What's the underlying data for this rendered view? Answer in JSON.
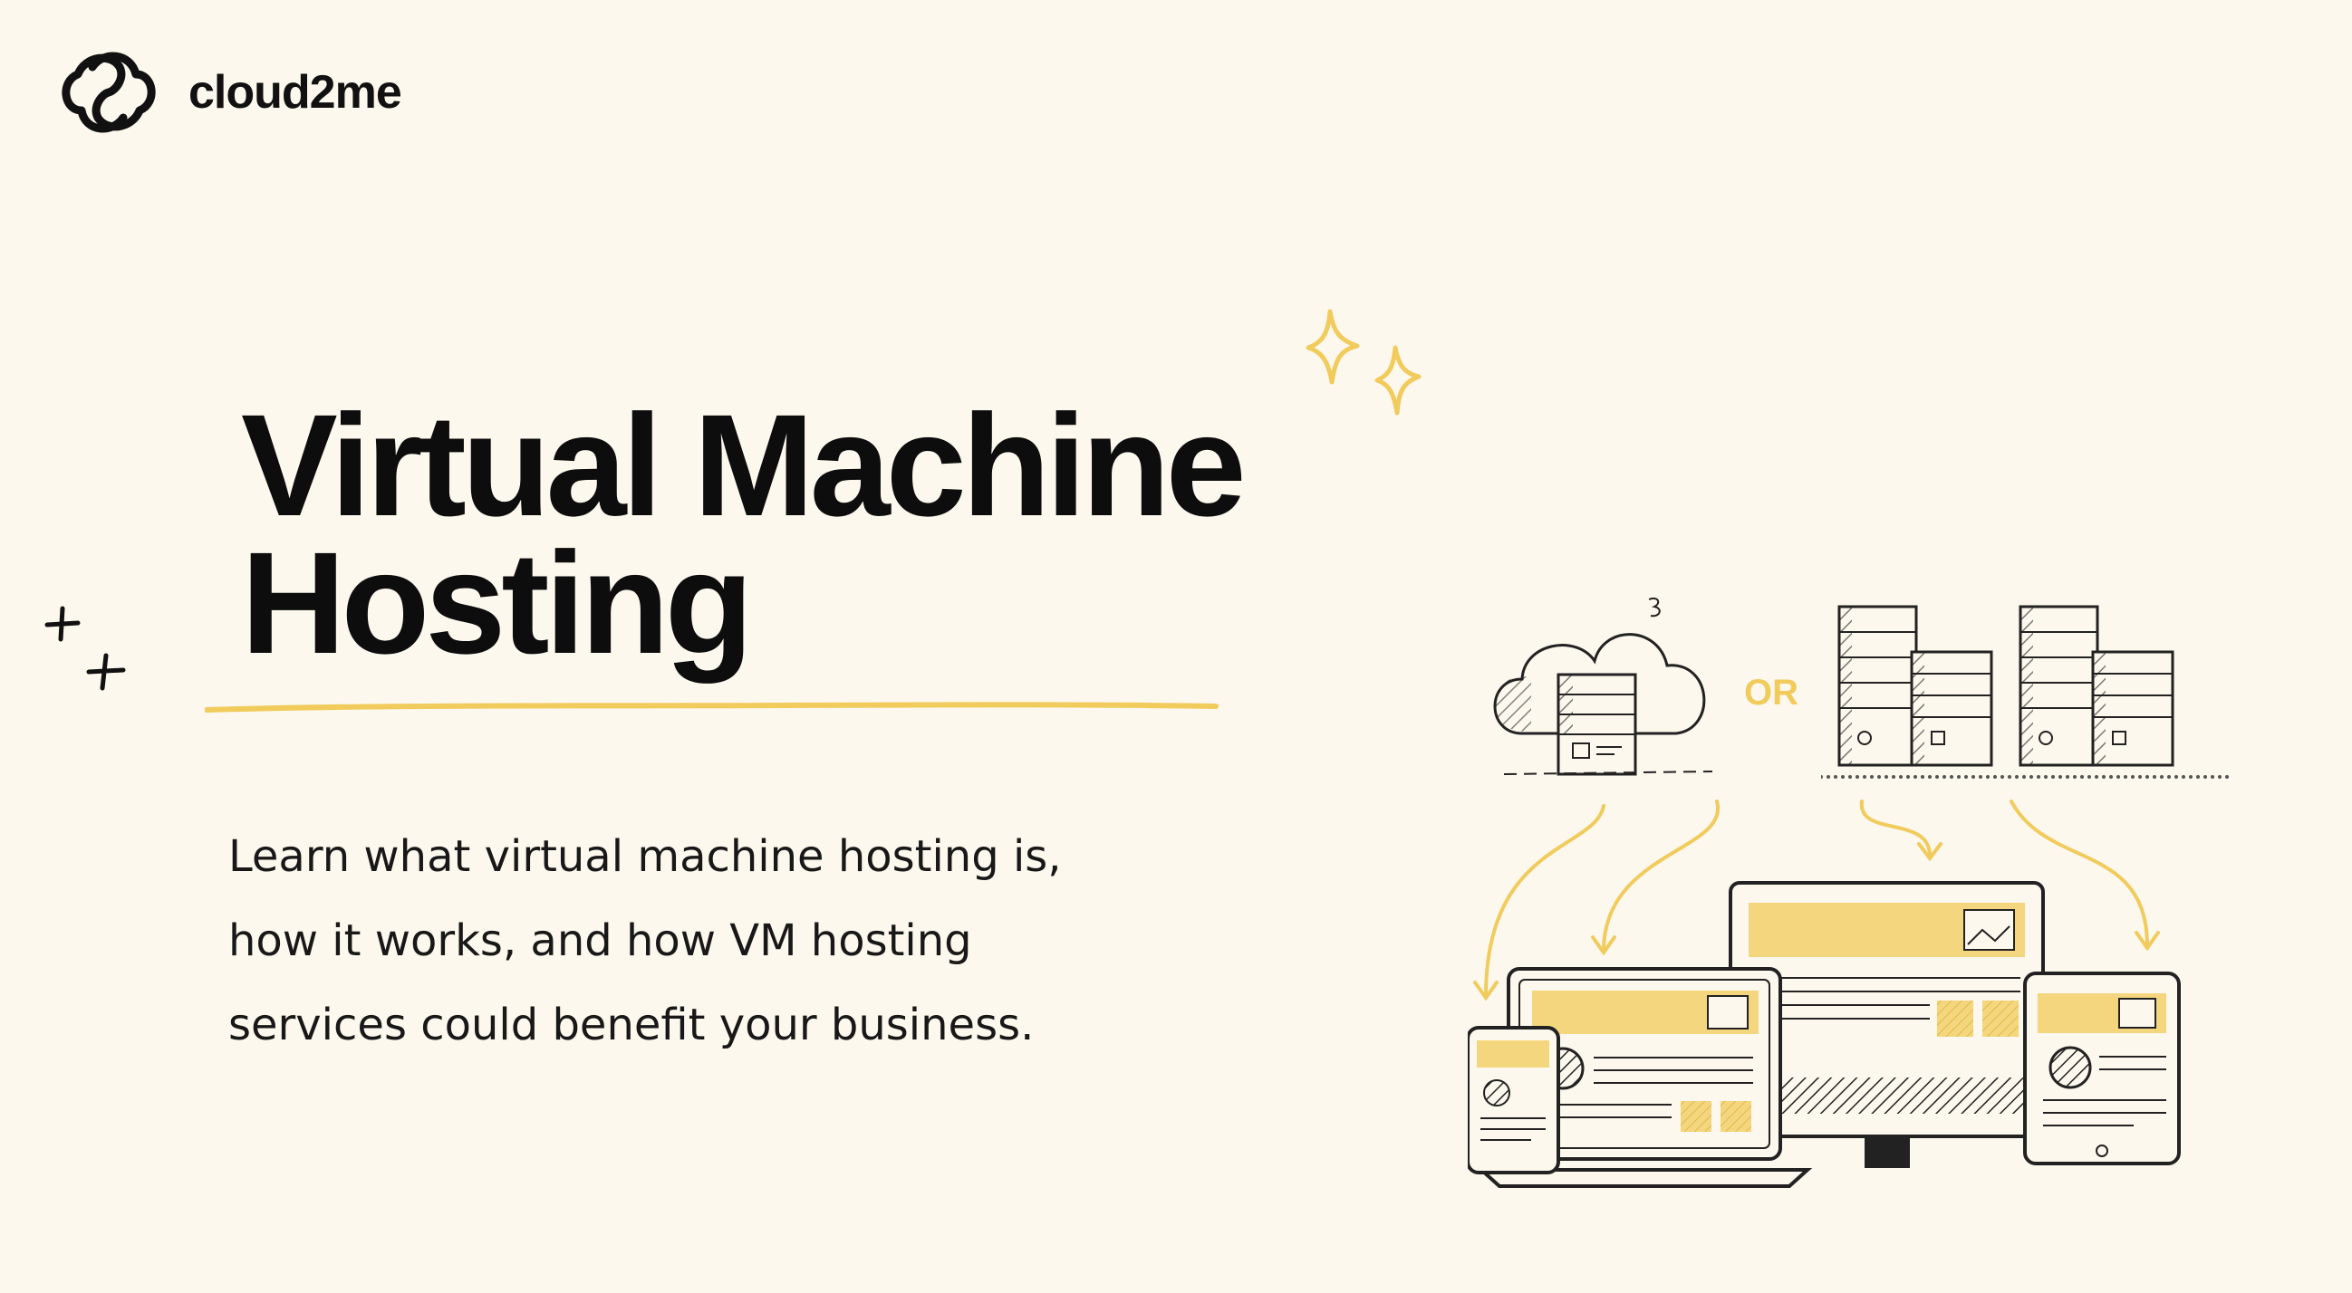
{
  "brand": {
    "name": "cloud2me",
    "logo_icon": "cloud-loop-icon"
  },
  "hero": {
    "title_line1": "Virtual Machine",
    "title_line2": "Hosting",
    "description_line1": "Learn what virtual machine hosting is,",
    "description_line2": "how it works, and how VM hosting",
    "description_line3": "services could benefit your business."
  },
  "illustration": {
    "connector_label": "OR",
    "icons": [
      "cloud-server-icon",
      "server-rack-icon",
      "monitor-icon",
      "laptop-icon",
      "tablet-icon",
      "phone-icon"
    ]
  },
  "colors": {
    "background": "#fdf8ee",
    "accent": "#f1cb5c",
    "text": "#111111"
  }
}
